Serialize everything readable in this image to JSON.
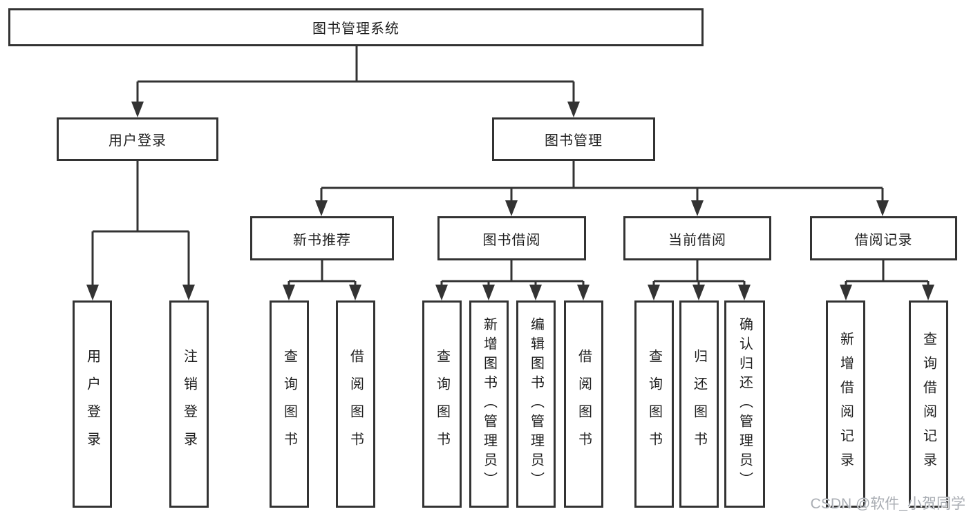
{
  "root": {
    "label": "图书管理系统"
  },
  "branches": [
    {
      "label": "用户登录",
      "children": [
        {
          "label": "用户登录"
        },
        {
          "label": "注销登录"
        }
      ]
    },
    {
      "label": "图书管理",
      "children": [
        {
          "label": "新书推荐",
          "children": [
            {
              "label": "查询图书"
            },
            {
              "label": "借阅图书"
            }
          ]
        },
        {
          "label": "图书借阅",
          "children": [
            {
              "label": "查询图书"
            },
            {
              "label": "新增图书（管理员）"
            },
            {
              "label": "编辑图书（管理员）"
            },
            {
              "label": "借阅图书"
            }
          ]
        },
        {
          "label": "当前借阅",
          "children": [
            {
              "label": "查询图书"
            },
            {
              "label": "归还图书"
            },
            {
              "label": "确认归还（管理员）"
            }
          ]
        },
        {
          "label": "借阅记录",
          "children": [
            {
              "label": "新增借阅记录"
            },
            {
              "label": "查询借阅记录"
            }
          ]
        }
      ]
    }
  ],
  "watermark": "CSDN @软件_小贺同学",
  "colors": {
    "line": "#333333",
    "text": "#1f1f1f",
    "background": "#ffffff",
    "watermark": "#a9adb3"
  }
}
